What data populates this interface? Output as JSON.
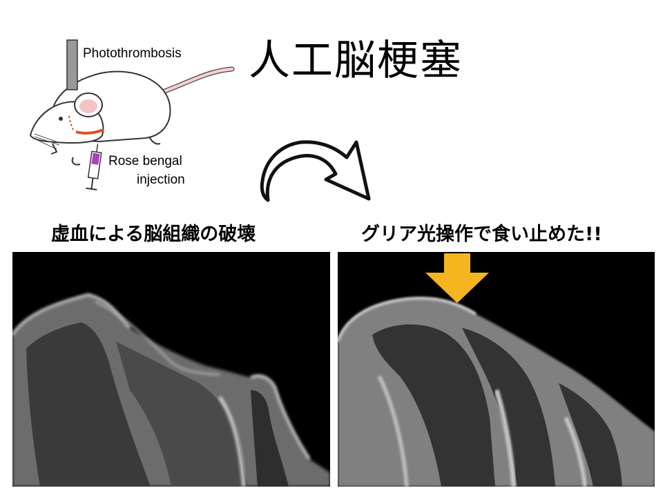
{
  "title": "人工脳梗塞",
  "mouse_diagram": {
    "photothrombosis_label": "Photothrombosis",
    "injection_label_line1": "Rose bengal",
    "injection_label_line2": "injection"
  },
  "left_panel": {
    "caption": "虚血による脳組織の破壊"
  },
  "right_panel": {
    "caption": "グリア光操作で食い止めた!!",
    "marker": "arrow-down-icon",
    "marker_color": "#f5b520"
  },
  "colors": {
    "laser_rod": "#999999",
    "ear": "#f4c3c5",
    "tail": "#f7cfd0",
    "incision": "#e0501a",
    "syringe_fluid": "#b040c0",
    "background": "#ffffff",
    "panel_bg": "#000000"
  }
}
